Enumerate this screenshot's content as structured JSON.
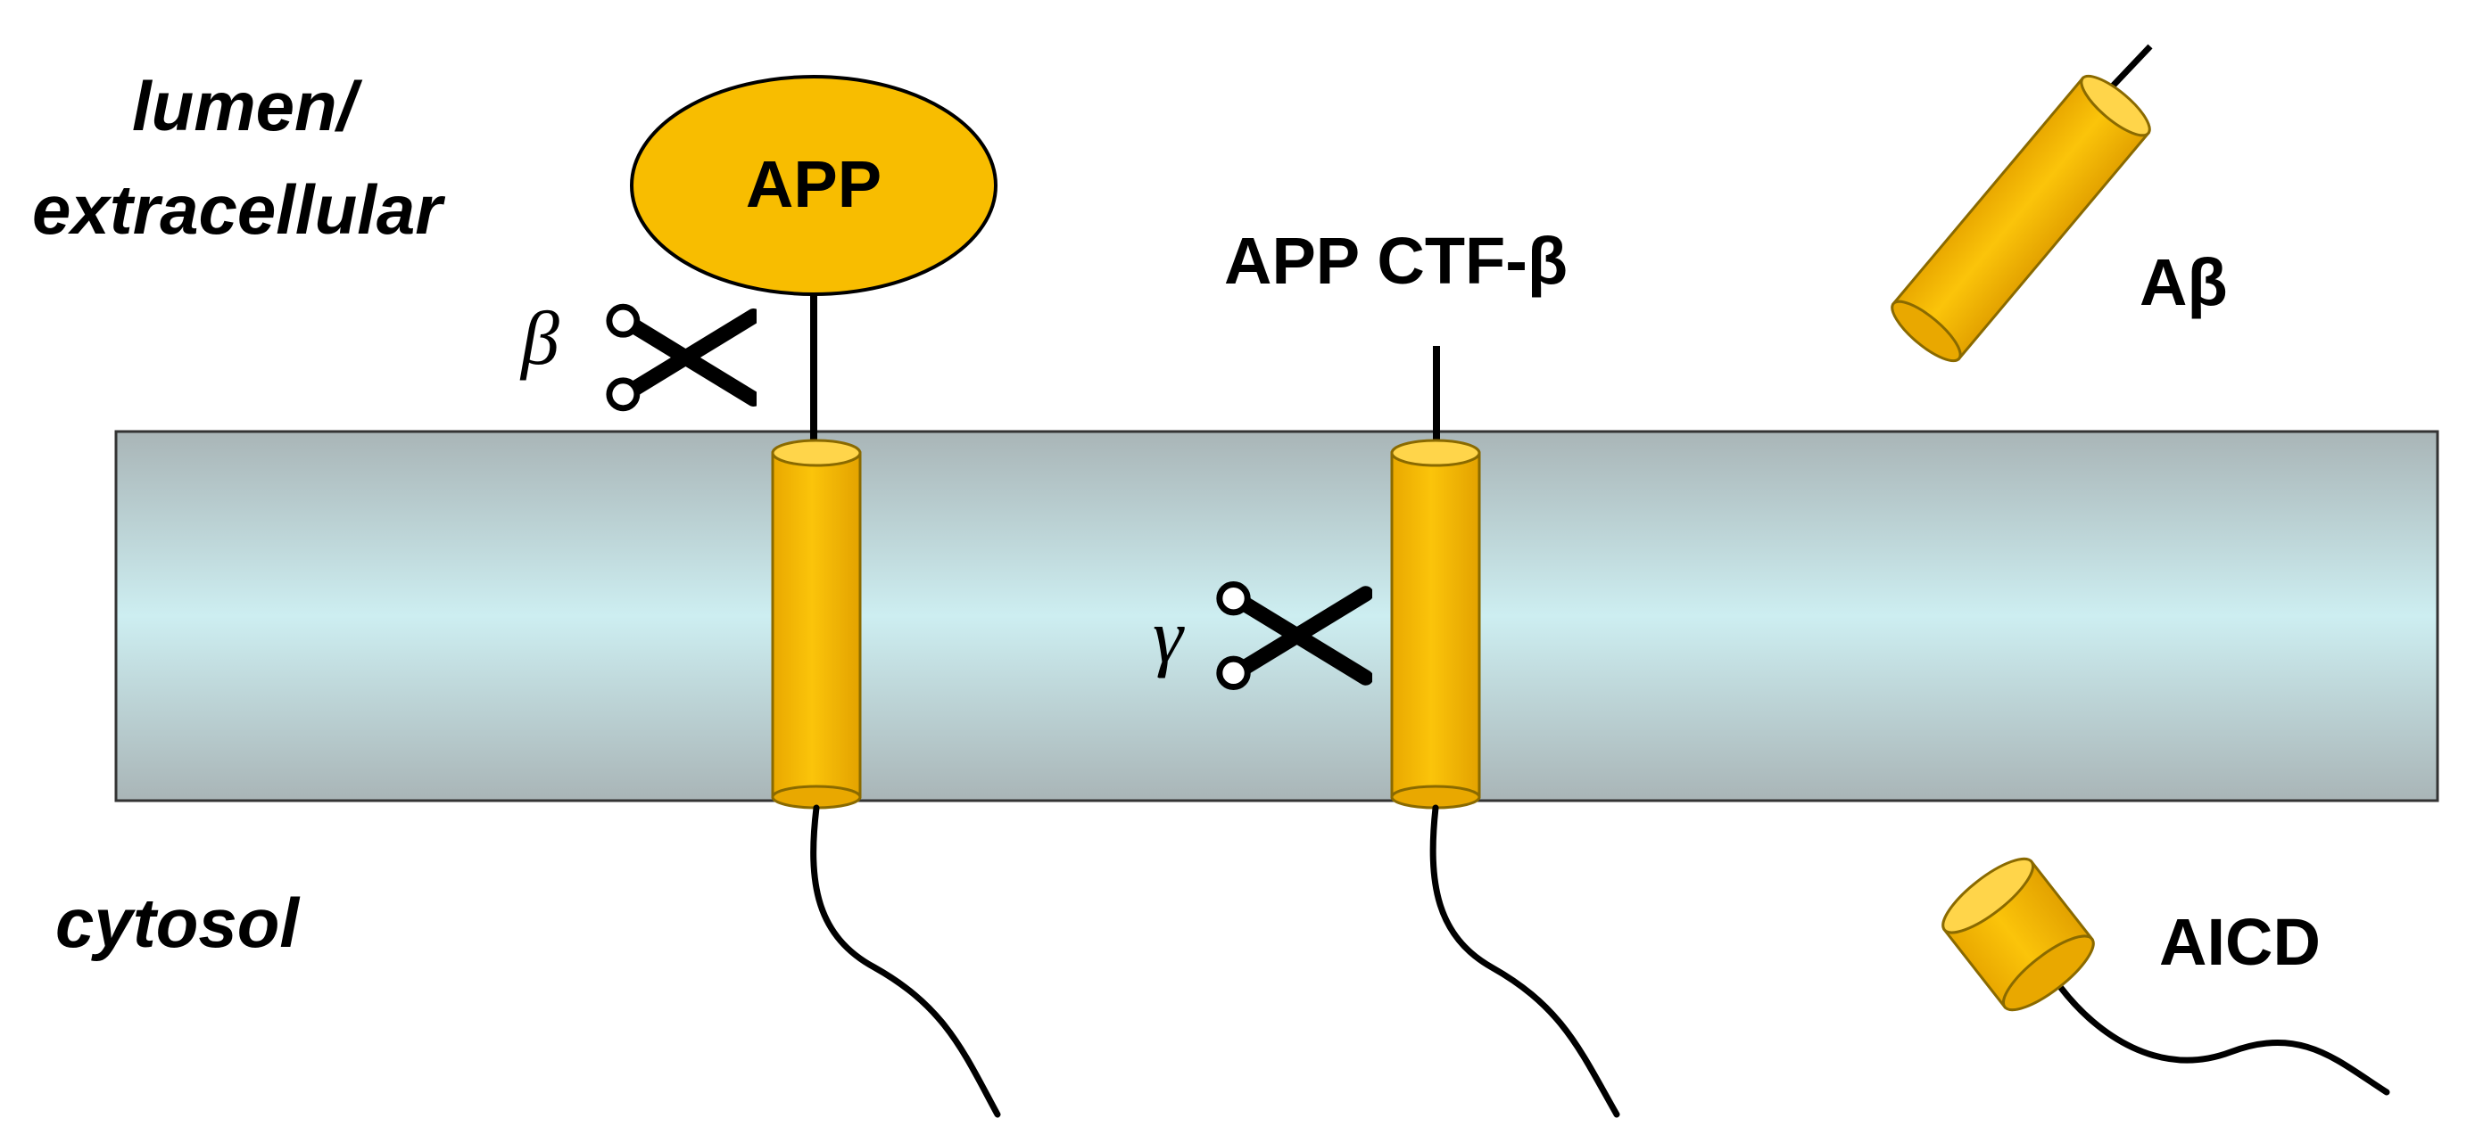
{
  "regions": {
    "extracellular_line1": "lumen/",
    "extracellular_line2": "extracellular",
    "cytosol": "cytosol"
  },
  "molecules": {
    "app": "APP",
    "app_ctf_beta": "APP CTF-β",
    "abeta": "Aβ",
    "aicd": "AICD"
  },
  "enzymes": {
    "beta_secretase": "β",
    "gamma_secretase": "γ",
    "icon": "scissors-icon"
  },
  "colors": {
    "protein_fill": "#F8BD00",
    "protein_stroke": "#8A6A00",
    "membrane_edge": "#A9B5B7",
    "membrane_center": "#CDEEF1",
    "outline": "#000000"
  }
}
